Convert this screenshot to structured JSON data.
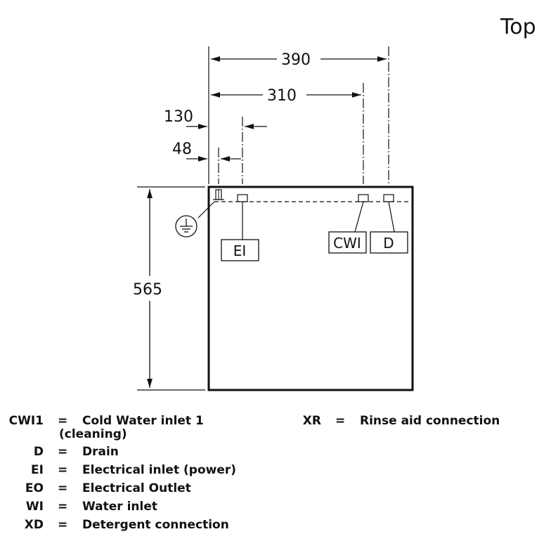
{
  "view_title": "Top",
  "dimensions": {
    "width_total": "390",
    "d_310": "310",
    "d_130": "130",
    "d_48": "48",
    "depth": "565"
  },
  "connection_tags": {
    "ei": "EI",
    "cwi": "CWI",
    "d": "D"
  },
  "ground_symbol": "ground-icon",
  "legend_left": [
    {
      "code": "CWI1",
      "eq": "=",
      "desc": "Cold Water inlet 1",
      "desc2": "(cleaning)"
    },
    {
      "code": "D",
      "eq": "=",
      "desc": "Drain"
    },
    {
      "code": "EI",
      "eq": "=",
      "desc": "Electrical inlet (power)"
    },
    {
      "code": "EO",
      "eq": "=",
      "desc": "Electrical Outlet"
    },
    {
      "code": "WI",
      "eq": "=",
      "desc": "Water inlet"
    },
    {
      "code": "XD",
      "eq": "=",
      "desc": "Detergent connection"
    }
  ],
  "legend_right": [
    {
      "code": "XR",
      "eq": "=",
      "desc": "Rinse aid connection"
    }
  ]
}
